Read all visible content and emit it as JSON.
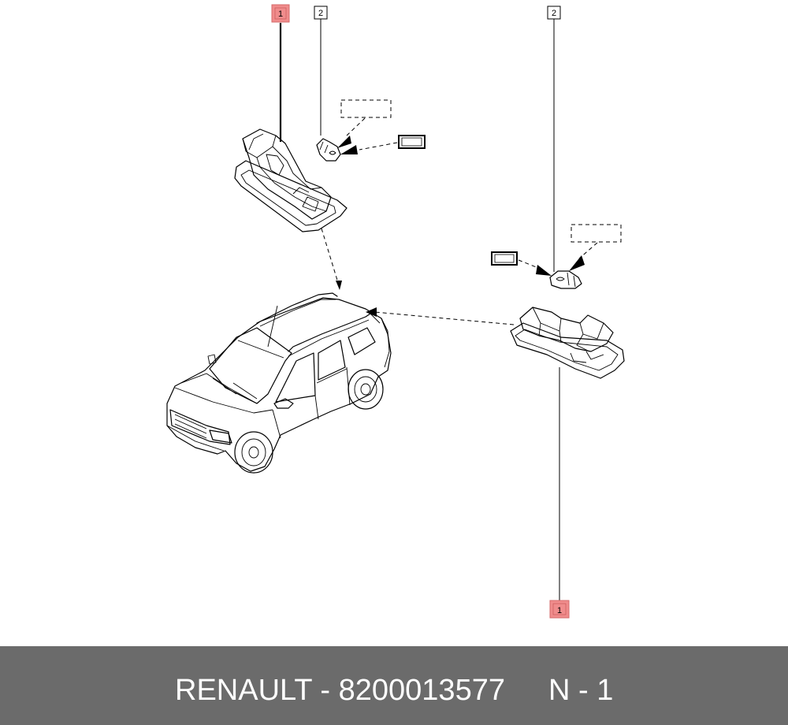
{
  "callouts": [
    {
      "id": "callout-1-top",
      "label": "1",
      "highlighted": true
    },
    {
      "id": "callout-2-left",
      "label": "2",
      "highlighted": false
    },
    {
      "id": "callout-2-right",
      "label": "2",
      "highlighted": false
    },
    {
      "id": "callout-1-bottom",
      "label": "1",
      "highlighted": true
    }
  ],
  "colors": {
    "highlight_fill": "#f08c8c",
    "highlight_stroke": "#d46a6a",
    "footer_bg": "#6b6b6b",
    "footer_text": "#ffffff"
  },
  "footer": {
    "part_text": "RENAULT - 8200013577",
    "qty_text": "N - 1"
  }
}
